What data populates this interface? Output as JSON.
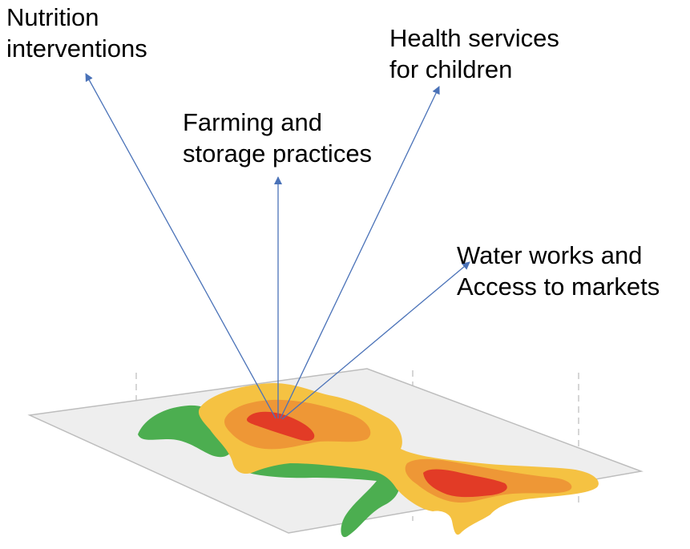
{
  "labels": {
    "nutrition": [
      "Nutrition",
      "interventions"
    ],
    "farming": [
      "Farming and",
      "storage practices"
    ],
    "health": [
      "Health services",
      "for children"
    ],
    "water": [
      "Water works and",
      "Access to markets"
    ]
  },
  "colors": {
    "arrow": "#4a72b8",
    "plane_fill": "#eeeeee",
    "plane_edge": "#bdbdbd",
    "green": "#4cae50",
    "yellow": "#f5c242",
    "orange": "#ee9736",
    "red": "#e23b26",
    "text": "#000000"
  }
}
